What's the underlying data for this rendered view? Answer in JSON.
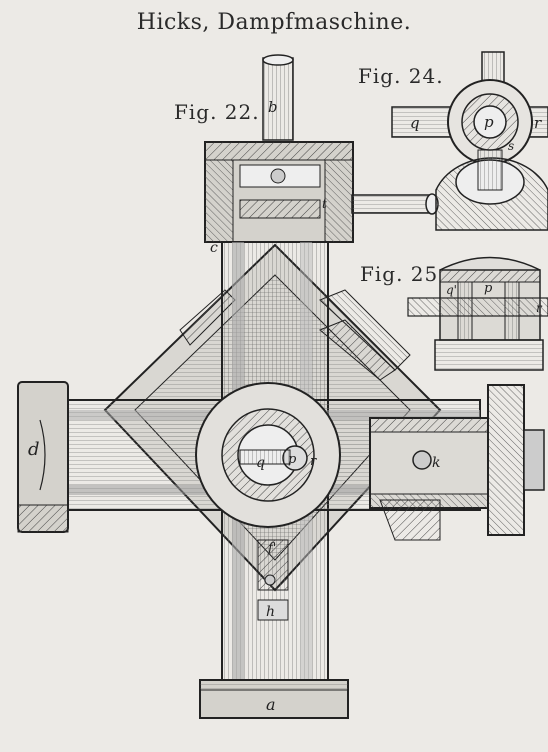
{
  "title": "Hicks, Dampfmaschine.",
  "figures": {
    "fig22": "Fig. 22.",
    "fig24": "Fig. 24.",
    "fig25": "Fig. 25."
  },
  "part_letters": {
    "b": "b",
    "c": "c",
    "d_left": "d",
    "q_center": "q",
    "p_center": "p",
    "r_center": "r",
    "t_upper": "t",
    "k_right": "k",
    "f_lower": "f'",
    "h_lower": "h",
    "a_bottom": "a",
    "q_fig24": "q",
    "p_fig24": "p",
    "r_fig24": "r",
    "s_fig24": "s",
    "p_fig25": "p",
    "q_fig25": "q'",
    "r_fig25": "r"
  }
}
